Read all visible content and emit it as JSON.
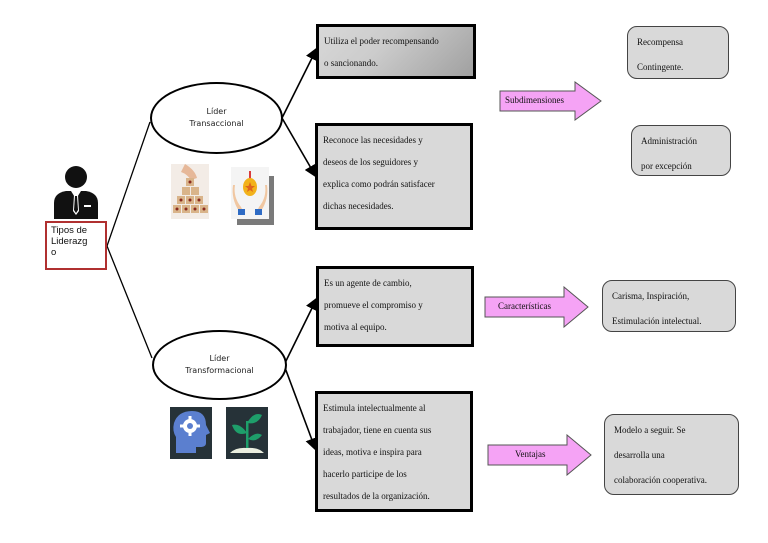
{
  "root": {
    "icon": "businessman-icon",
    "label": "Tipos de Liderazgo",
    "label_lines": [
      "Tipos de",
      "Liderazg",
      "o"
    ]
  },
  "transaccional": {
    "title_line1": "Líder",
    "title_line2": "Transaccional",
    "images": [
      "wooden-blocks-pyramid-image",
      "hands-medal-icon"
    ],
    "box1": {
      "lines": [
        "Utiliza el poder recompensando",
        "o sancionando."
      ]
    },
    "box2": {
      "lines": [
        "Reconoce las necesidades y",
        "deseos de los seguidores y",
        "explica como podrán satisfacer",
        "dichas necesidades."
      ]
    },
    "arrow_label": "Subdimensiones",
    "outcomes": [
      {
        "lines": [
          "Recompensa",
          "Contingente."
        ]
      },
      {
        "lines": [
          "Administración",
          "por excepción"
        ]
      }
    ]
  },
  "transformacional": {
    "title_line1": "Líder",
    "title_line2": "Transformacional",
    "images": [
      "head-gear-icon",
      "sprout-icon"
    ],
    "box1": {
      "lines": [
        "Es un agente de cambio,",
        "promueve el compromiso y",
        "motiva al equipo."
      ]
    },
    "box2": {
      "lines": [
        "Estimula intelectualmente al",
        "trabajador, tiene en cuenta sus",
        "ideas, motiva e inspira para",
        "hacerlo participe de los",
        "resultados de la organización."
      ]
    },
    "arrow1_label": "Características",
    "outcome1": {
      "lines": [
        "Carisma, Inspiración,",
        "Estimulación intelectual."
      ]
    },
    "arrow2_label": "Ventajas",
    "outcome2": {
      "lines": [
        "Modelo a seguir. Se",
        "desarrolla una",
        "colaboración cooperativa."
      ]
    }
  },
  "colors": {
    "arrow_fill": "#f5a3f5",
    "box_fill": "#d9d9d9",
    "root_border": "#b03030",
    "icon_dark": "#263238",
    "icon_blue": "#5b7fcf",
    "icon_green": "#1e9e6a"
  }
}
